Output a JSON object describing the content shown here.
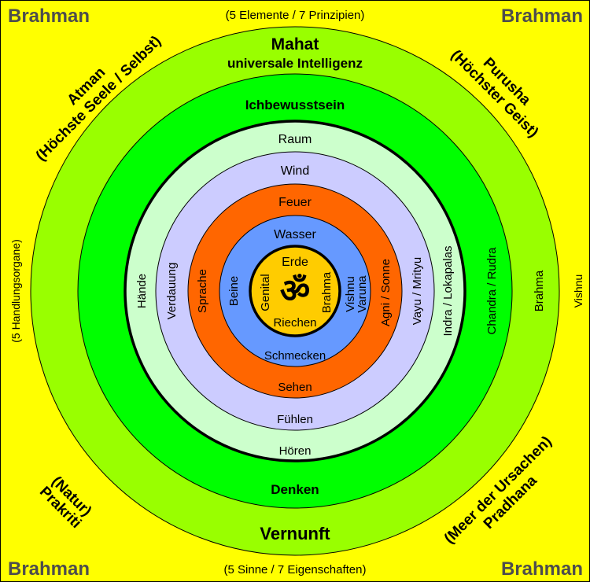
{
  "colors": {
    "background": "#ffff00",
    "mahat_ring": "#99ff00",
    "ego_ring": "#00ff00",
    "raum_ring": "#ccffcc",
    "wind_ring": "#ccccff",
    "feuer_ring": "#ff6600",
    "wasser_ring": "#6699ff",
    "erde_core": "#ffcc00",
    "corner_text": "#4d4d4d",
    "om_symbol": "#a6a6a6"
  },
  "corners": {
    "top_left": "Brahman",
    "top_right": "Brahman",
    "bottom_left": "Brahman",
    "bottom_right": "Brahman"
  },
  "outer": {
    "top_caption": "(5 Elemente / 7 Prinzipien)",
    "bottom_caption": "(5 Sinne / 7 Eigenschaften)",
    "left_caption": "(5 Handlungsorgane)",
    "right_caption": "Vishnu",
    "atman_line1": "Atman",
    "atman_line2": "(Höchste Seele / Selbst)",
    "purusha_line1": "Purusha",
    "purusha_line2": "(Höchster Geist)",
    "prakriti_line1": "(Natur)",
    "prakriti_line2": "Prakriti",
    "pradhana_line1": "(Meer der Ursachen)",
    "pradhana_line2": "Pradhana"
  },
  "rings": {
    "mahat": {
      "top_line1": "Mahat",
      "top_line2": "universale Intelligenz",
      "bottom": "Vernunft",
      "right": "Brahma"
    },
    "ego": {
      "top": "Ichbewusstsein",
      "bottom": "Denken",
      "right": "Chandra / Rudra"
    },
    "raum": {
      "top": "Raum",
      "bottom": "Hören",
      "left": "Hände",
      "right": "Indra / Lokapalas"
    },
    "wind": {
      "top": "Wind",
      "bottom": "Fühlen",
      "left": "Verdauung",
      "right": "Vayu / Mrityu"
    },
    "feuer": {
      "top": "Feuer",
      "bottom": "Sehen",
      "left": "Sprache",
      "right": "Agni / Sonne"
    },
    "wasser": {
      "top": "Wasser",
      "bottom": "Schmecken",
      "left": "Beine",
      "right_line1": "Vishnu",
      "right_line2": "Varuna"
    },
    "erde": {
      "top": "Erde",
      "bottom": "Riechen",
      "left": "Genital",
      "right": "Brahma",
      "symbol": "ॐ"
    }
  }
}
